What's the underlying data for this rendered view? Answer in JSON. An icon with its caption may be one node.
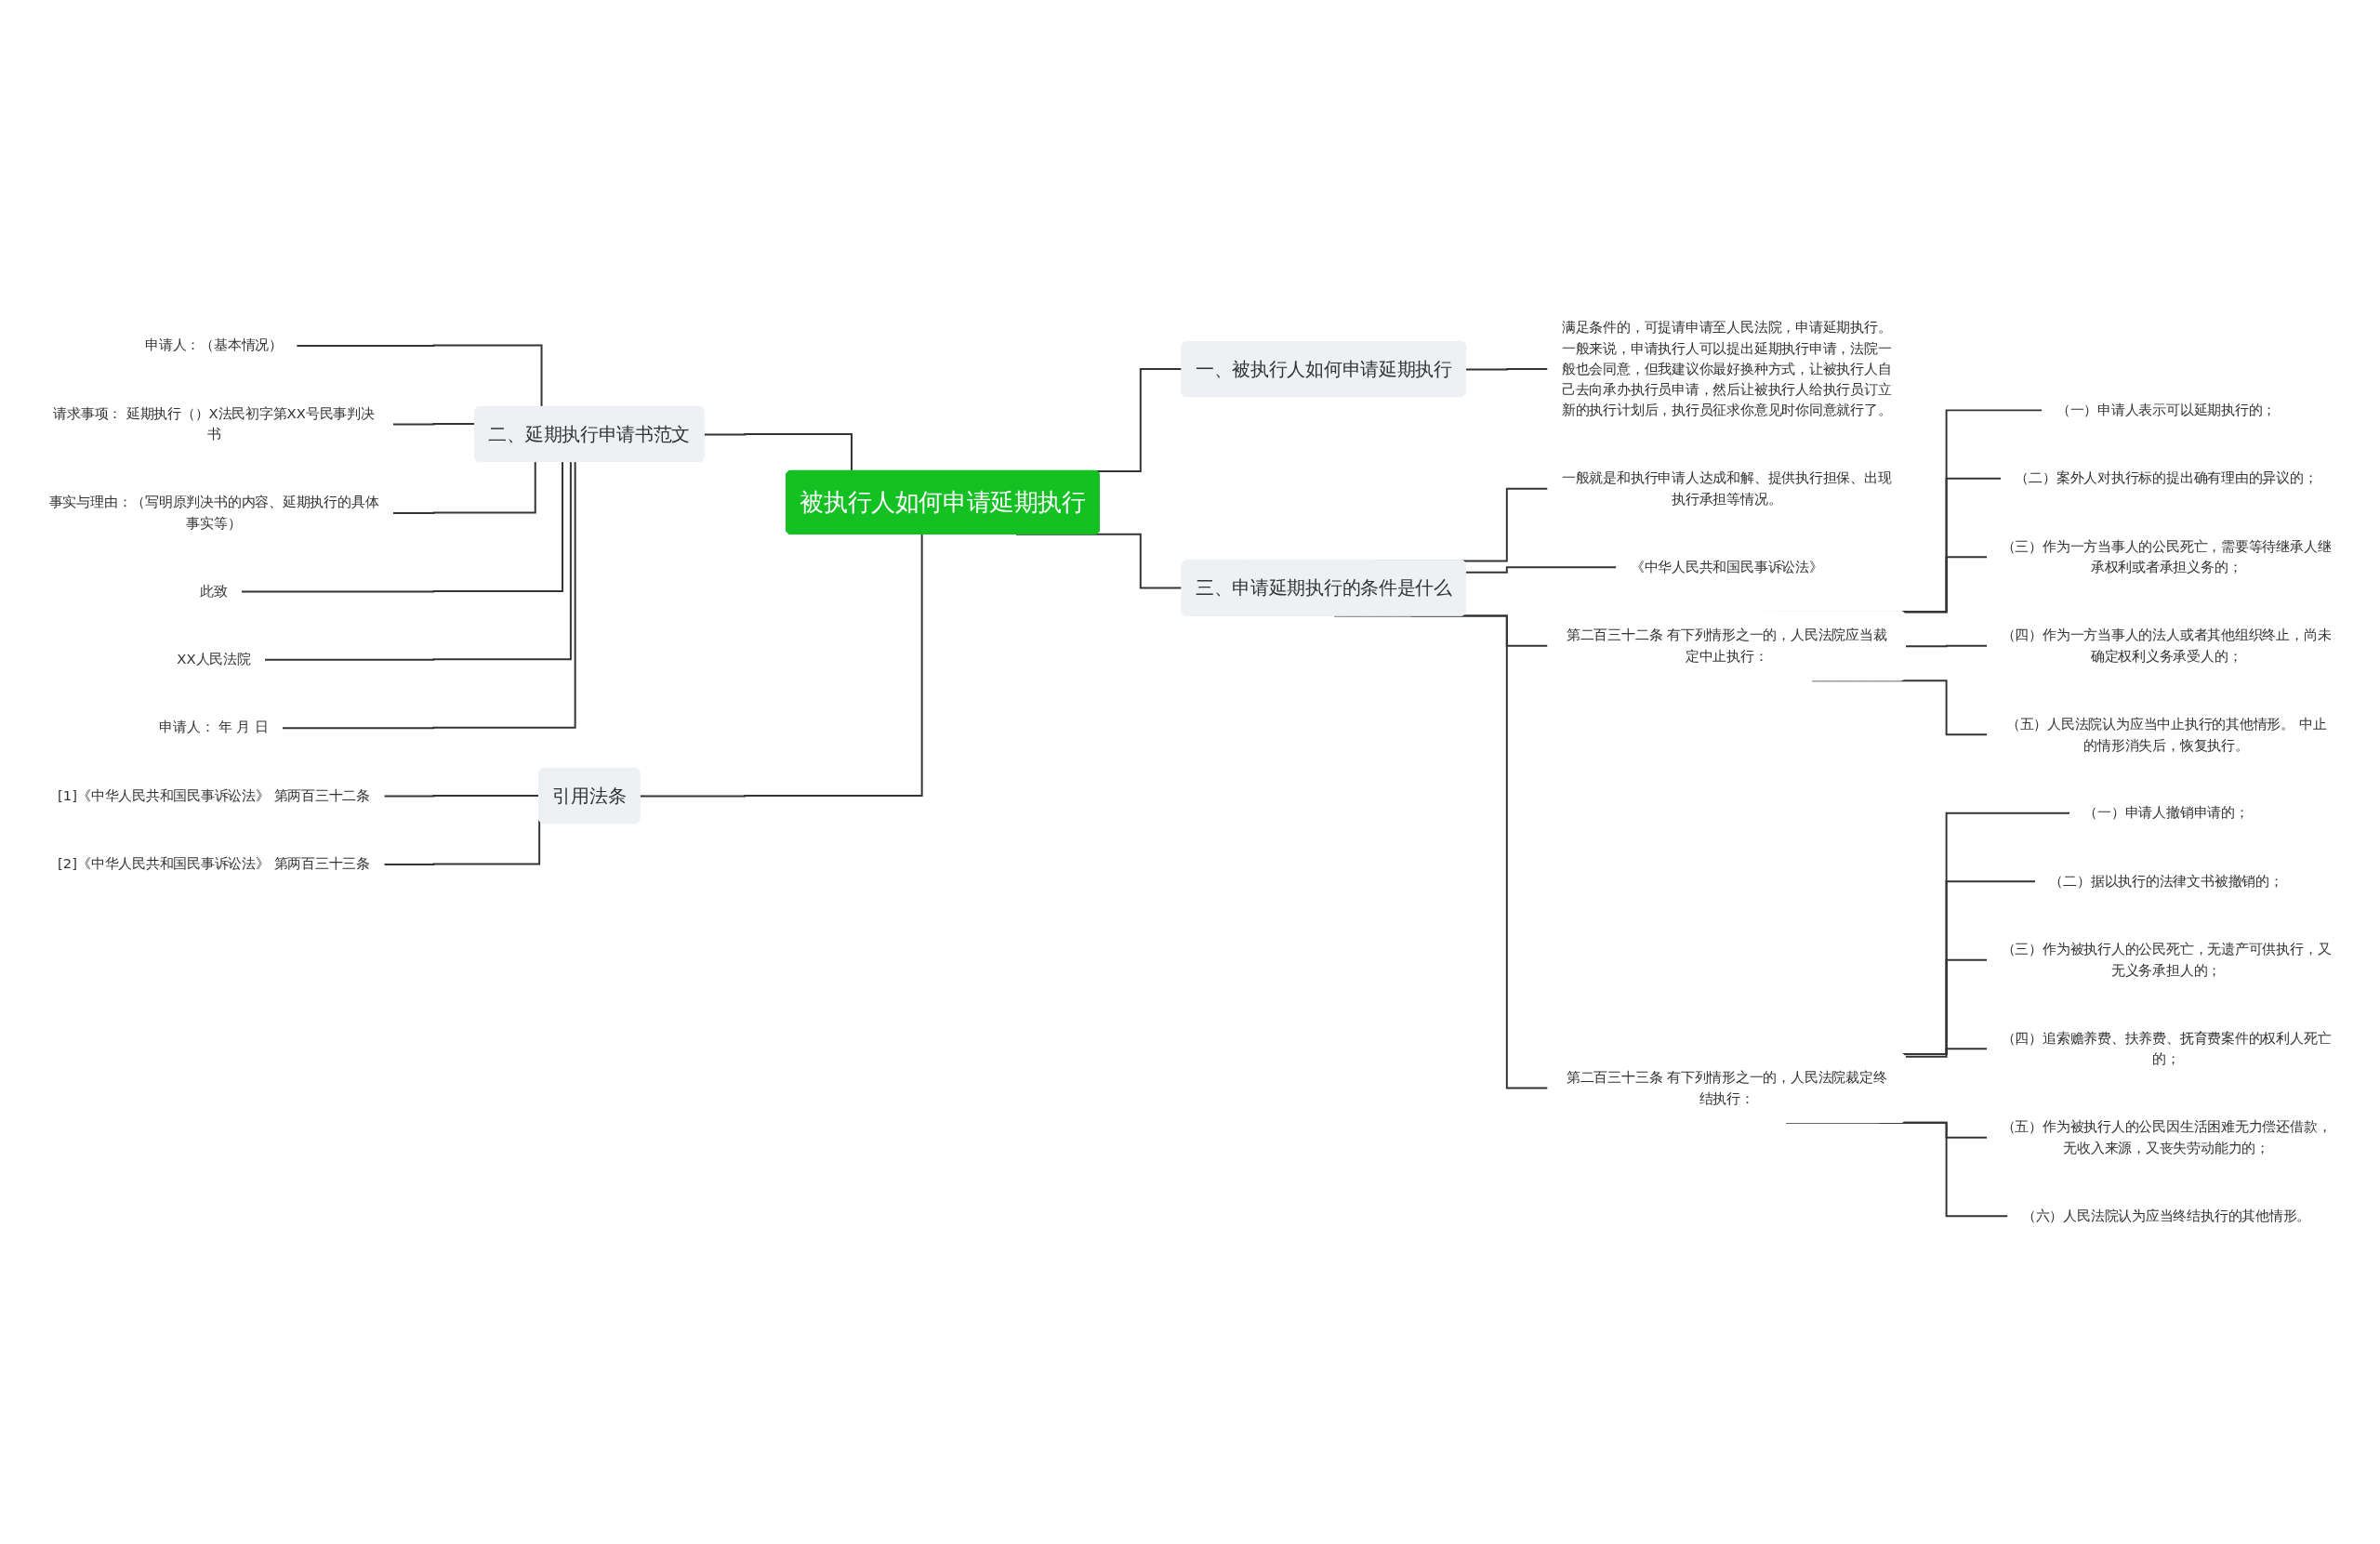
{
  "diagram": {
    "nodes": [
      {
        "text": [
          "被执行人如何申请延期执行"
        ]
      },
      {
        "text": [
          "一、被执行人如何申请延期执行"
        ]
      },
      {
        "text": [
          "满足条件的，可提请申请至人民法院，申请延期执行。一般来说，申请执行人可以提出延期执行申请，法院一般也会同意，但我建议你最好换种方式，让被执行人自己去向承办执行员申请，然后让被执行人给执行员订立新的执行计划后，执行员征求你意见时你同意就行了。"
        ]
      },
      {
        "text": [
          "三、申请延期执行的条件是什么"
        ]
      },
      {
        "text": [
          "一般就是和执行申请人达成和解、提供执行担保、出现执行承担等情况。"
        ]
      },
      {
        "text": [
          "《中华人民共和国民事诉讼法》"
        ]
      },
      {
        "text": [
          "第二百三十二条 有下列情形之一的，人民法院应当裁定中止执行："
        ]
      },
      {
        "text": [
          "（一）申请人表示可以延期执行的；"
        ]
      },
      {
        "text": [
          "（二）案外人对执行标的提出确有理由的异议的；"
        ]
      },
      {
        "text": [
          "（三）作为一方当事人的公民死亡，需要等待继承人继承权利或者承担义务的；"
        ]
      },
      {
        "text": [
          "（四）作为一方当事人的法人或者其他组织终止，尚未确定权利义务承受人的；"
        ]
      },
      {
        "text": [
          "（五）人民法院认为应当中止执行的其他情形。 中止的情形消失后，恢复执行。"
        ]
      },
      {
        "text": [
          "第二百三十三条 有下列情形之一的，人民法院裁定终结执行："
        ]
      },
      {
        "text": [
          "（一）申请人撤销申请的；"
        ]
      },
      {
        "text": [
          "（二）据以执行的法律文书被撤销的；"
        ]
      },
      {
        "text": [
          "（三）作为被执行人的公民死亡，无遗产可供执行，又无义务承担人的；"
        ]
      },
      {
        "text": [
          "（四）追索赡养费、扶养费、抚育费案件的权利人死亡的；"
        ]
      },
      {
        "text": [
          "（五）作为被执行人的公民因生活困难无力偿还借款，无收入来源，又丧失劳动能力的；"
        ]
      },
      {
        "text": [
          "（六）人民法院认为应当终结执行的其他情形。"
        ]
      },
      {
        "text": [
          "二、延期执行申请书范文"
        ]
      },
      {
        "text": [
          "申请人：（基本情况）"
        ]
      },
      {
        "text": [
          "请求事项： 延期执行（）X法民初字第XX号民事判决书"
        ]
      },
      {
        "text": [
          "事实与理由：（写明原判决书的内容、延期执行的具体事实等）"
        ]
      },
      {
        "text": [
          "此致"
        ]
      },
      {
        "text": [
          "XX人民法院"
        ]
      },
      {
        "text": [
          "申请人： 年 月 日"
        ]
      },
      {
        "text": [
          "引用法条"
        ]
      },
      {
        "text": [
          "[1]《中华人民共和国民事诉讼法》 第两百三十二条"
        ]
      },
      {
        "text": [
          "[2]《中华人民共和国民事诉讼法》 第两百三十三条"
        ]
      }
    ],
    "edges": [
      {
        "from": 0,
        "to": 1,
        "arrow": "none"
      },
      {
        "from": 1,
        "to": 2,
        "arrow": "none"
      },
      {
        "from": 0,
        "to": 3,
        "arrow": "none"
      },
      {
        "from": 3,
        "to": 4,
        "arrow": "none"
      },
      {
        "from": 3,
        "to": 5,
        "arrow": "none"
      },
      {
        "from": 3,
        "to": 6,
        "arrow": "none"
      },
      {
        "from": 6,
        "to": 7,
        "arrow": "none"
      },
      {
        "from": 6,
        "to": 8,
        "arrow": "none"
      },
      {
        "from": 6,
        "to": 9,
        "arrow": "none"
      },
      {
        "from": 6,
        "to": 10,
        "arrow": "none"
      },
      {
        "from": 6,
        "to": 11,
        "arrow": "none"
      },
      {
        "from": 3,
        "to": 12,
        "arrow": "none"
      },
      {
        "from": 12,
        "to": 13,
        "arrow": "none"
      },
      {
        "from": 12,
        "to": 14,
        "arrow": "none"
      },
      {
        "from": 12,
        "to": 15,
        "arrow": "none"
      },
      {
        "from": 12,
        "to": 16,
        "arrow": "none"
      },
      {
        "from": 12,
        "to": 17,
        "arrow": "none"
      },
      {
        "from": 12,
        "to": 18,
        "arrow": "none"
      },
      {
        "from": 0,
        "to": 19,
        "arrow": "none"
      },
      {
        "from": 19,
        "to": 20,
        "arrow": "none"
      },
      {
        "from": 19,
        "to": 21,
        "arrow": "none"
      },
      {
        "from": 19,
        "to": 22,
        "arrow": "none"
      },
      {
        "from": 19,
        "to": 23,
        "arrow": "none"
      },
      {
        "from": 19,
        "to": 24,
        "arrow": "none"
      },
      {
        "from": 19,
        "to": 25,
        "arrow": "none"
      },
      {
        "from": 0,
        "to": 26,
        "arrow": "none"
      },
      {
        "from": 26,
        "to": 27,
        "arrow": "none"
      },
      {
        "from": 26,
        "to": 28,
        "arrow": "none"
      }
    ]
  }
}
